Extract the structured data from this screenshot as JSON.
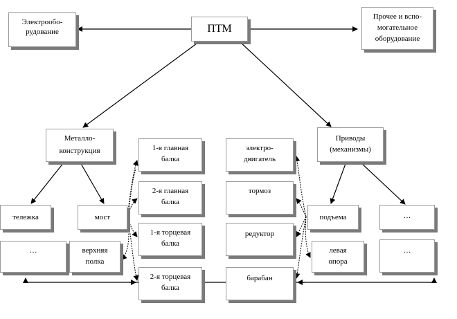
{
  "diagram": {
    "root": "ПТМ",
    "electrical": "Электрооборудование",
    "electrical_lines": [
      "Электрообо-",
      "рудование"
    ],
    "other_lines": [
      "Прочее и вспо-",
      "могательное",
      "оборудование"
    ],
    "metal_lines": [
      "Металло-",
      "конструкция"
    ],
    "drives_lines": [
      "Приводы",
      "(механизмы)"
    ],
    "trolley": "тележка",
    "bridge": "мост",
    "ellipsis_left": "…",
    "upper_belt_lines": [
      "верхняя",
      "полка"
    ],
    "beam1_lines": [
      "1-я главная",
      "балка"
    ],
    "beam2_lines": [
      "2-я главная",
      "балка"
    ],
    "end1_lines": [
      "1-я торцевая",
      "балка"
    ],
    "end2_lines": [
      "2-я торцевая",
      "балка"
    ],
    "motor_lines": [
      "электро-",
      "двигатель"
    ],
    "brake": "тормоз",
    "reducer": "редуктор",
    "drum": "барабан",
    "lifting": "подъема",
    "left_support_lines": [
      "левая",
      "опора"
    ],
    "ellipsis_right_top": "…",
    "ellipsis_right_bottom": "…"
  }
}
